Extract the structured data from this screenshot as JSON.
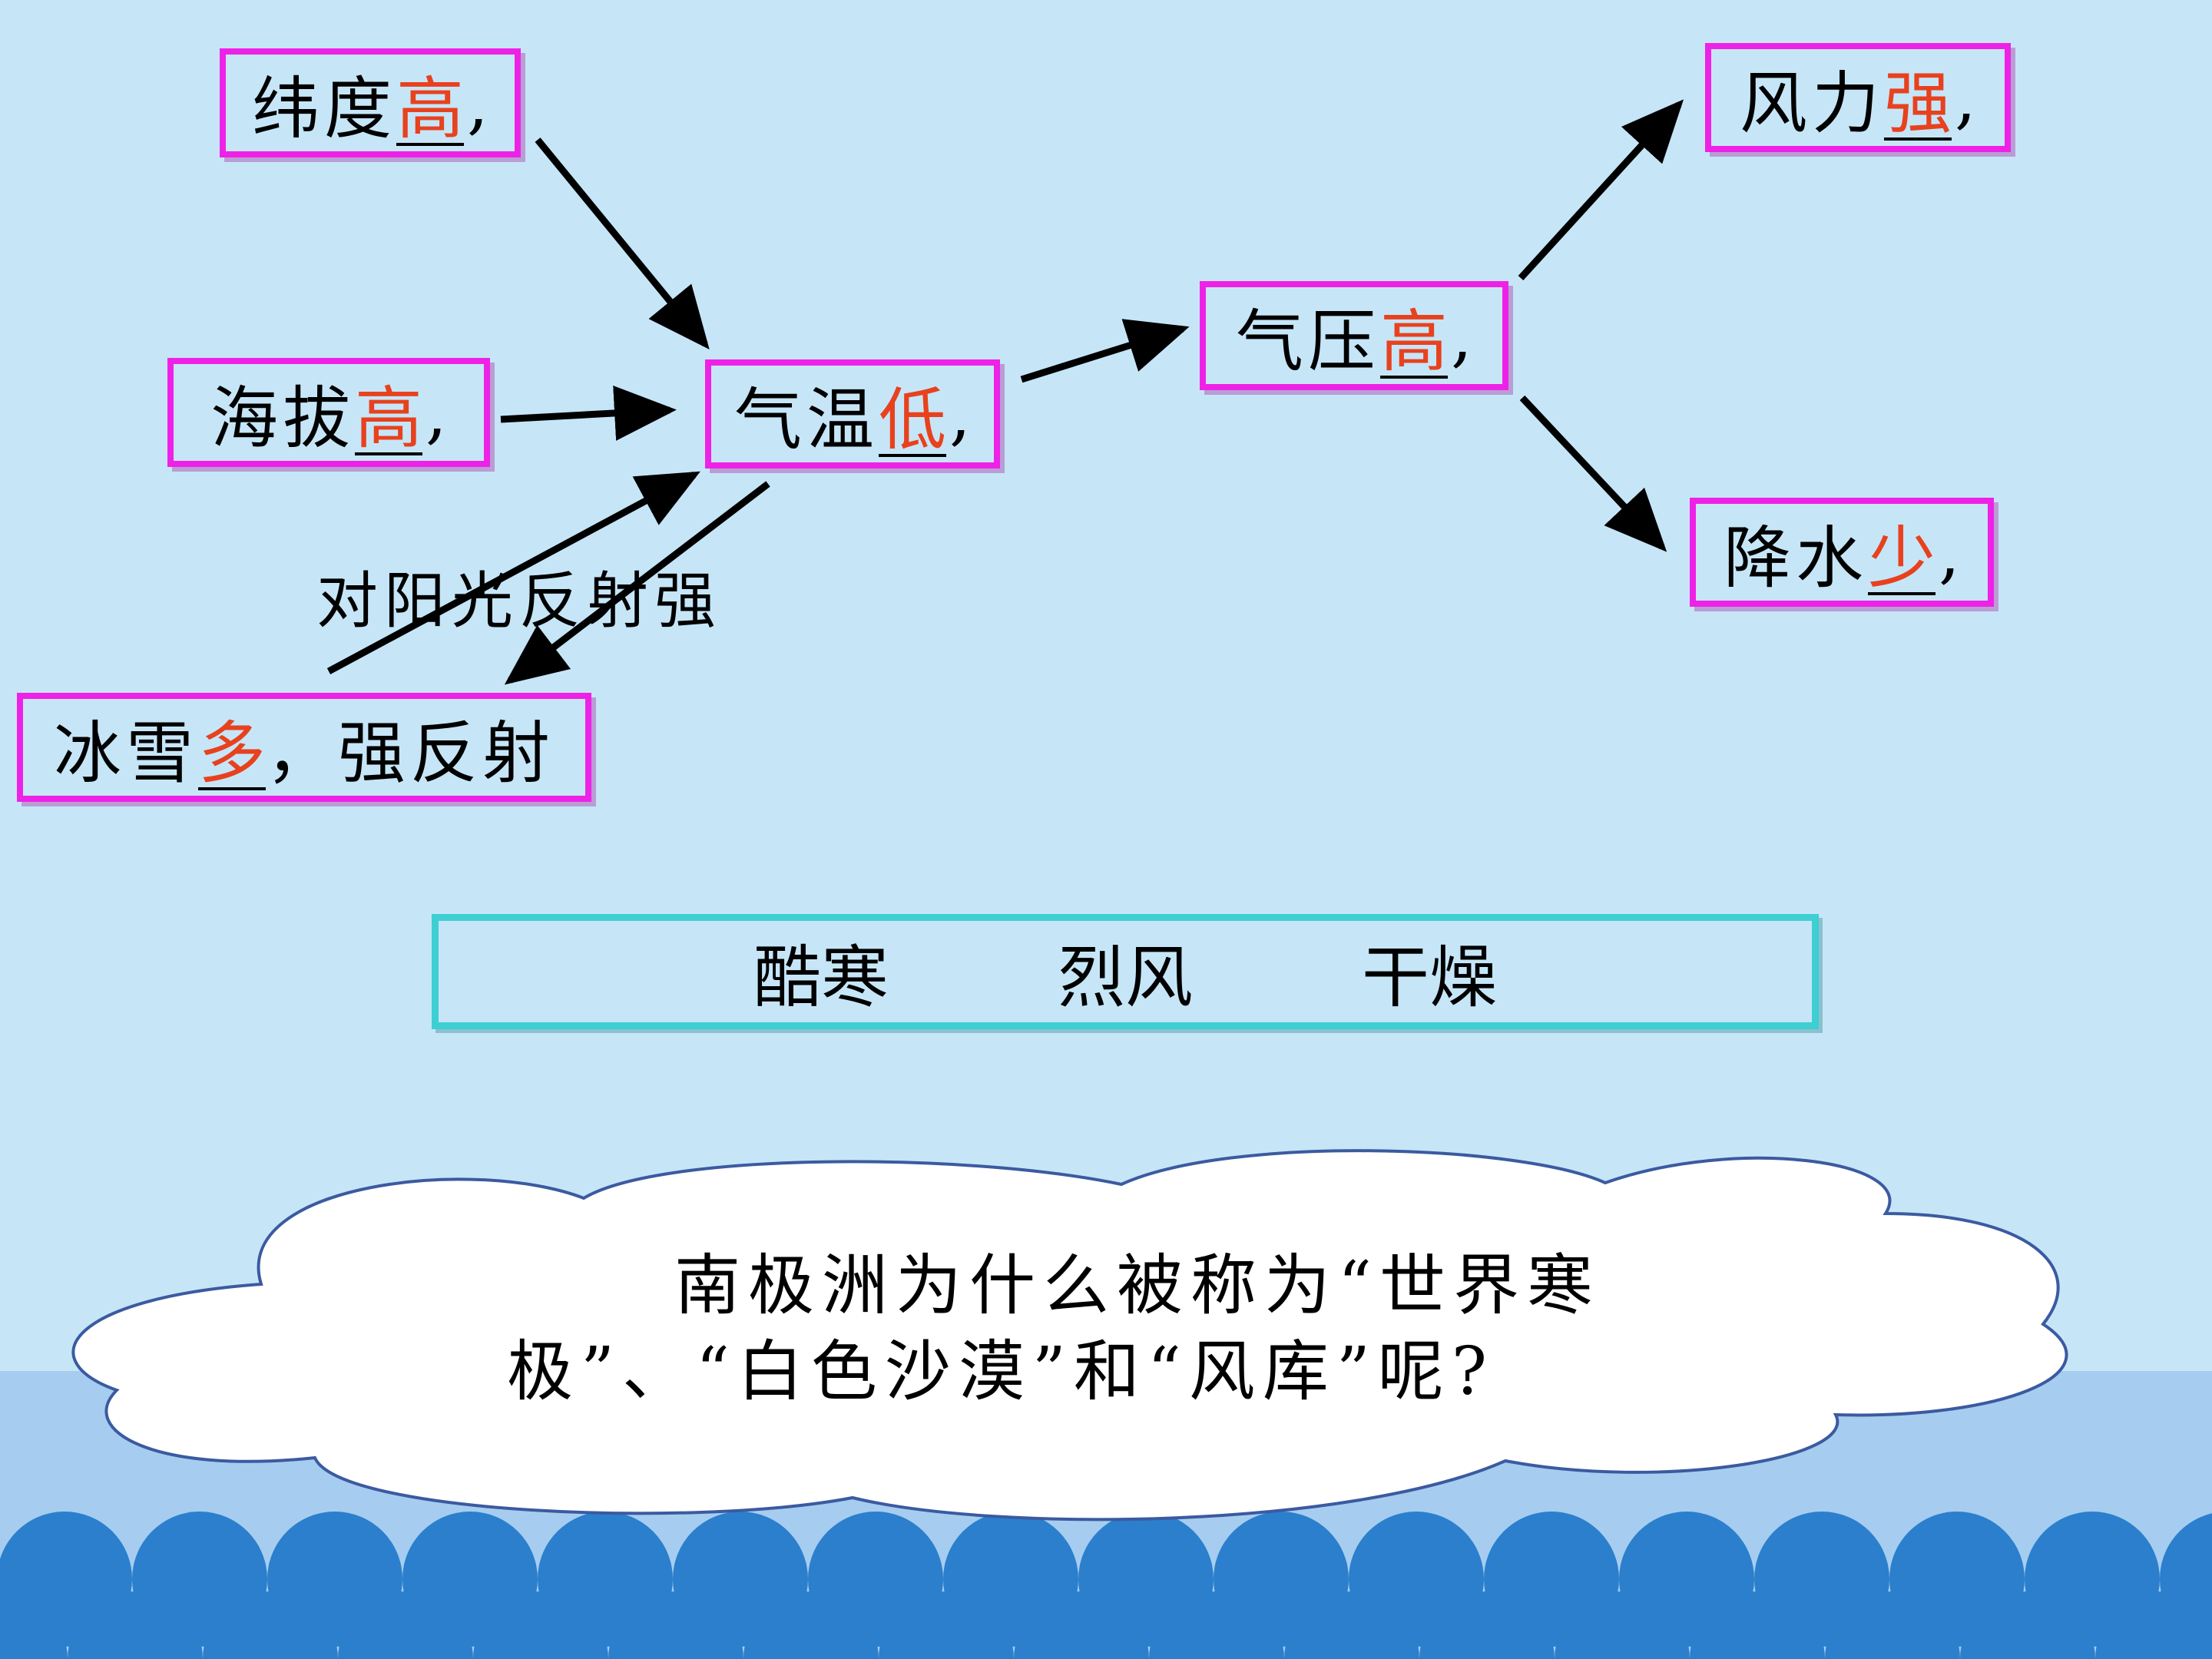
{
  "palette": {
    "background": "#c6e6f8",
    "box_border": "#ee22e6",
    "bar_border": "#3ecfd2",
    "value_text": "#e8411e",
    "wave": "#2b7fcd",
    "wave_band": "#a6cdef"
  },
  "nodes": {
    "latitude": {
      "word": "纬度",
      "value": "高",
      "comma": ","
    },
    "altitude": {
      "word": "海拔",
      "value": "高",
      "comma": ","
    },
    "snow": {
      "word": "冰雪",
      "value": "多",
      "rest": "，强反射"
    },
    "temperature": {
      "word": "气温",
      "value": "低",
      "comma": ","
    },
    "pressure": {
      "word": "气压",
      "value": "高",
      "comma": ","
    },
    "wind": {
      "word": "风力",
      "value": "强",
      "comma": ","
    },
    "precipitation": {
      "word": "降水",
      "value": "少",
      "comma": ","
    }
  },
  "note": "对阳光反射强",
  "characteristics": [
    "酷寒",
    "烈风",
    "干燥"
  ],
  "question": {
    "line1": "南极洲为什么被称为“世界寒",
    "line2": "极”、“白色沙漠”和“风库”呢?"
  }
}
